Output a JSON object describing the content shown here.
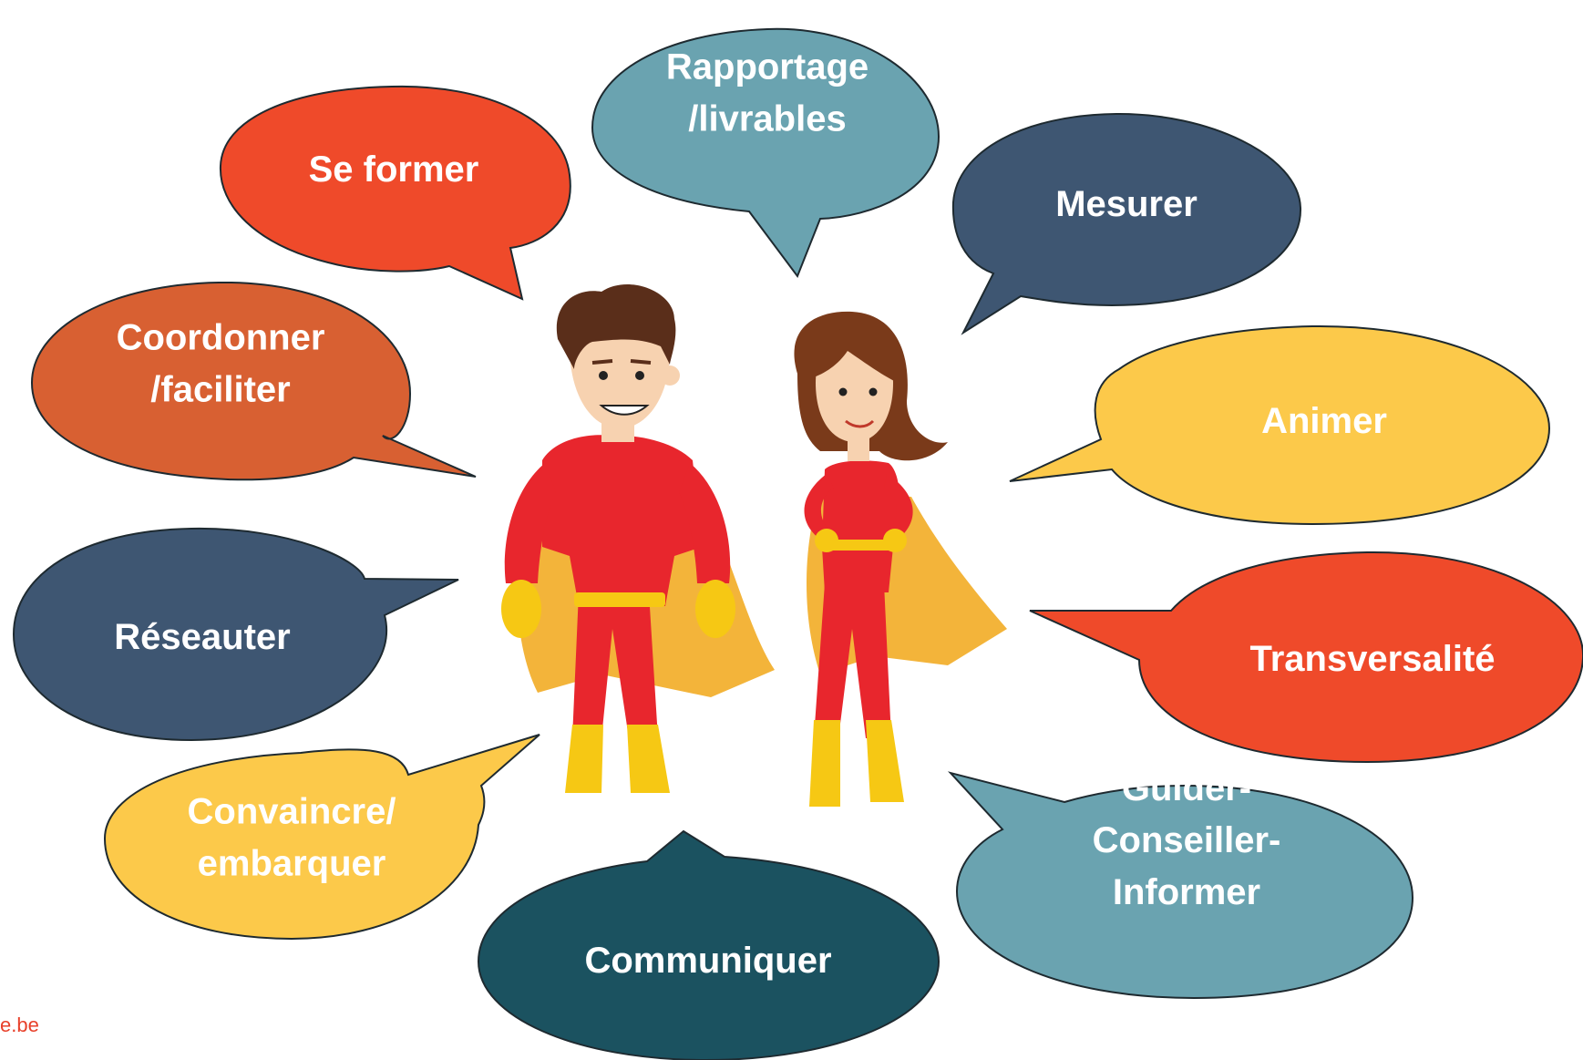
{
  "bubbles": [
    {
      "id": "se-former",
      "lines": [
        "Se former"
      ],
      "color": "#ef4a2a",
      "text_color": "#ffffff"
    },
    {
      "id": "rapportage",
      "lines": [
        "Rapportage",
        "/livrables"
      ],
      "color": "#6aa3b0",
      "text_color": "#ffffff"
    },
    {
      "id": "mesurer",
      "lines": [
        "Mesurer"
      ],
      "color": "#3e5672",
      "text_color": "#ffffff"
    },
    {
      "id": "coordonner",
      "lines": [
        "Coordonner",
        "/faciliter"
      ],
      "color": "#d86032",
      "text_color": "#ffffff"
    },
    {
      "id": "animer",
      "lines": [
        "Animer"
      ],
      "color": "#fcc94a",
      "text_color": "#ffffff"
    },
    {
      "id": "reseauter",
      "lines": [
        "Réseauter"
      ],
      "color": "#3e5672",
      "text_color": "#ffffff"
    },
    {
      "id": "transversalite",
      "lines": [
        "Transversalité"
      ],
      "color": "#ef4a2a",
      "text_color": "#ffffff"
    },
    {
      "id": "convaincre",
      "lines": [
        "Convaincre/",
        "embarquer"
      ],
      "color": "#fcc94a",
      "text_color": "#ffffff"
    },
    {
      "id": "communiquer",
      "lines": [
        "Communiquer"
      ],
      "color": "#1b5260",
      "text_color": "#ffffff"
    },
    {
      "id": "guider",
      "lines": [
        "Guider-",
        "Conseiller-",
        "Informer"
      ],
      "color": "#6aa3b0",
      "text_color": "#ffffff"
    }
  ],
  "footer_text": "e.be",
  "colors": {
    "suit": "#e8262d",
    "cape": "#f3b43a",
    "boots": "#f6c814",
    "skin": "#f7d2b0",
    "hair_man": "#5a2e1a",
    "hair_woman": "#7a3a1a"
  }
}
